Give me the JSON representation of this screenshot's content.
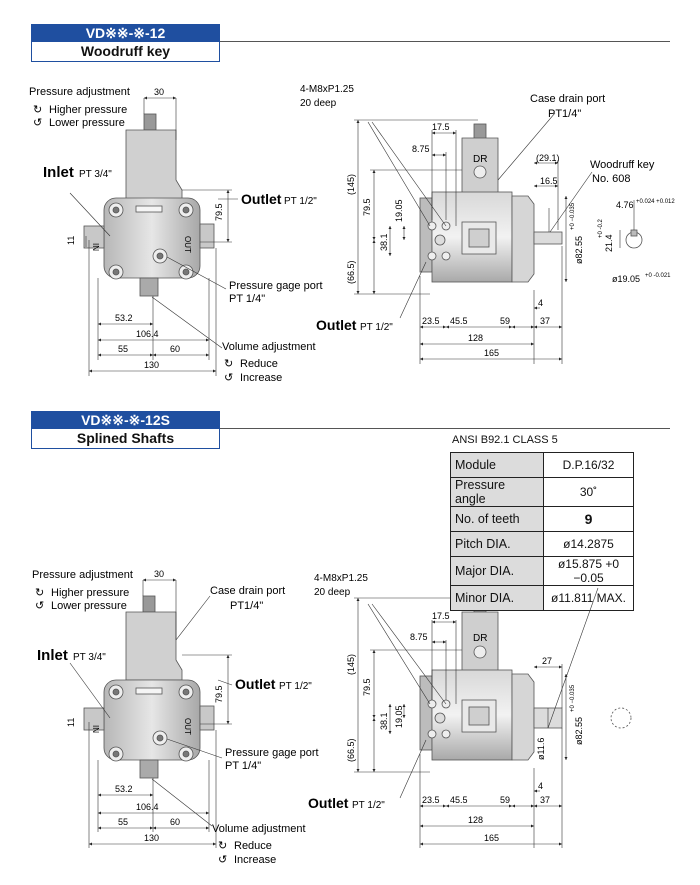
{
  "sections": [
    {
      "code": "VD※※-※-12",
      "subtitle": "Woodruff key"
    },
    {
      "code": "VD※※-※-12S",
      "subtitle": "Splined Shafts"
    }
  ],
  "labels": {
    "pressure_adjustment": "Pressure adjustment",
    "higher_pressure": "Higher pressure",
    "lower_pressure": "Lower pressure",
    "inlet": "Inlet",
    "inlet_size": "PT 3/4\"",
    "outlet": "Outlet",
    "outlet_size": "PT 1/2\"",
    "gage_port": "Pressure gage port",
    "gage_size": "PT 1/4\"",
    "volume_adjustment": "Volume adjustment",
    "reduce": "Reduce",
    "increase": "Increase",
    "bolt": "4-M8xP1.25",
    "bolt_depth": "20 deep",
    "case_drain": "Case drain port",
    "case_drain_size": "PT1/4\"",
    "woodruff": "Woodruff key",
    "woodruff_no": "No. 608",
    "dr": "DR",
    "in": "IN",
    "out": "OUT"
  },
  "dims": {
    "d30": "30",
    "d79_5": "79.5",
    "d11": "11",
    "d53_2": "53.2",
    "d106_4": "106.4",
    "d55": "55",
    "d60": "60",
    "d130": "130",
    "d17_5": "17.5",
    "d8_75": "8.75",
    "d145": "(145)",
    "d19_05": "19.05",
    "d38_1": "38.1",
    "d66_5": "(66.5)",
    "d29_1": "(29.1)",
    "d16_5": "16.5",
    "d82_55": "ø82.55",
    "tol_82": "+0 −0.035",
    "d4": "4",
    "d23_5": "23.5",
    "d45_5": "45.5",
    "d59": "59",
    "d37": "37",
    "d128": "128",
    "d165": "165",
    "d27": "27",
    "d11_6": "ø11.6",
    "d4_76": "4.76",
    "tol_476": "+0.024 +0.012",
    "d21_4": "21.4",
    "tol_214": "+0 -0.2",
    "d19_05s": "ø19.05",
    "tol_1905": "+0 -0.021"
  },
  "spec": {
    "standard": "ANSI  B92.1 CLASS 5",
    "rows": [
      {
        "k": "Module",
        "v": "D.P.16/32"
      },
      {
        "k": "Pressure angle",
        "v": "30˚"
      },
      {
        "k": "No. of teeth",
        "v": "9"
      },
      {
        "k": "Pitch DIA.",
        "v": "ø14.2875"
      },
      {
        "k": "Major DIA.",
        "v": "ø15.875 +0 −0.05"
      },
      {
        "k": "Minor DIA.",
        "v": "ø11.811 MAX."
      }
    ]
  }
}
